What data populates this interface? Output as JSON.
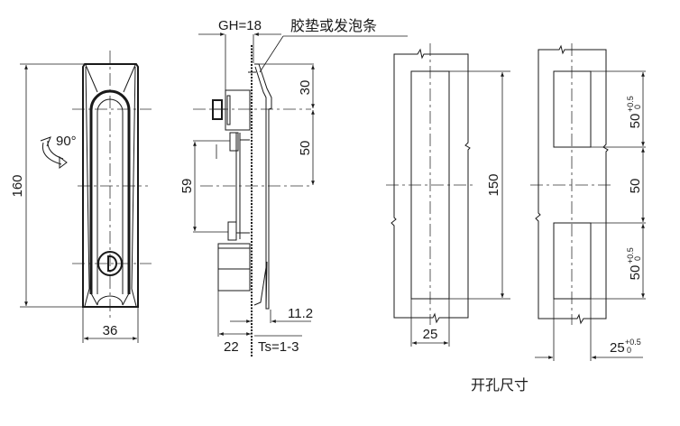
{
  "drawing": {
    "front_view": {
      "height_dim": "160",
      "width_dim": "36",
      "rotation_label": "90°"
    },
    "side_view": {
      "gh_dim": "GH=18",
      "gasket_label": "胶垫或发泡条",
      "dim_30": "30",
      "dim_50": "50",
      "dim_59": "59",
      "dim_11_2": "11.2",
      "dim_22": "22",
      "ts_dim": "Ts=1-3"
    },
    "cutout_view_1": {
      "height_dim": "150",
      "width_dim": "25"
    },
    "cutout_view_2": {
      "top_dim_base": "50",
      "top_dim_tol_upper": "+0.5",
      "top_dim_tol_lower": "0",
      "middle_dim": "50",
      "bottom_dim_base": "50",
      "bottom_dim_tol_upper": "+0.5",
      "bottom_dim_tol_lower": "0",
      "width_dim_base": "25",
      "width_dim_tol_upper": "+0.5",
      "width_dim_tol_lower": "0"
    },
    "cutout_caption": "开孔尺寸"
  }
}
